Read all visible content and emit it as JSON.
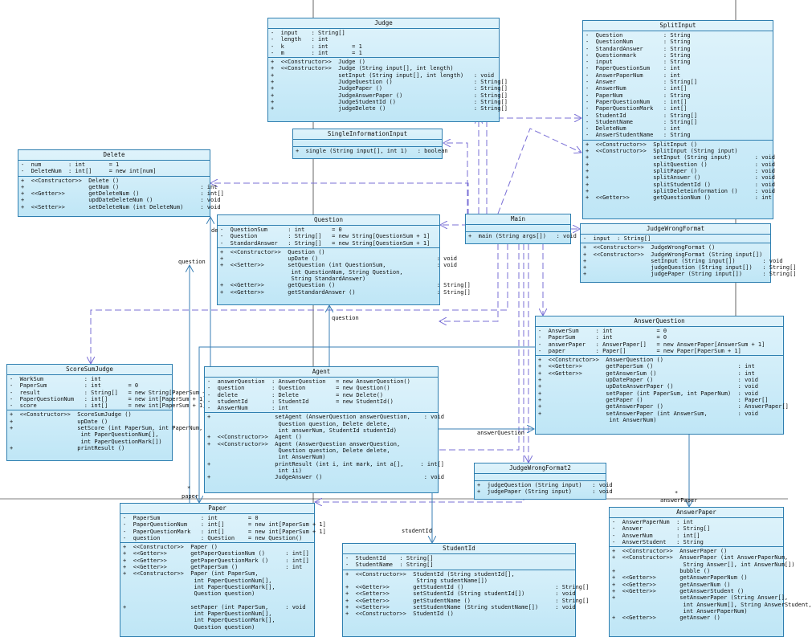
{
  "classes": [
    {
      "id": "judge",
      "name": "Judge",
      "attrs": [
        "-  input    : String[]",
        "-  length   : int",
        "-  k        : int       = 1",
        "-  m        : int       = 1"
      ],
      "ops": [
        "+  <<Constructor>>  Judge ()",
        "+  <<Constructor>>  Judge (String input[], int length)",
        "+                   setInput (String input[], int length)   : void",
        "+                   JudgeQuestion ()                        : String[]",
        "+                   JudgePaper ()                           : String[]",
        "+                   JudgeAnswerPaper ()                     : String[]",
        "+                   JudgeStudentId ()                       : String[]",
        "+                   judgeDelete ()                          : String[]"
      ]
    },
    {
      "id": "split",
      "name": "SplitInput",
      "attrs": [
        "-  Question            : String",
        "-  QuestionNum         : String",
        "-  StandardAnswer      : String",
        "-  Questionmark        : String",
        "-  input               : String",
        "-  PaperQuestionSum    : int",
        "-  AnswerPaperNum      : int",
        "-  Answer              : String[]",
        "-  AnswerNum           : int[]",
        "-  PaperNum            : String",
        "-  PaperQuestionNum    : int[]",
        "-  PaperQuestionMark   : int[]",
        "-  StudentId           : String[]",
        "-  StudentName         : String[]",
        "-  DeleteNum           : int",
        "-  AnswerStudentName   : String"
      ],
      "ops": [
        "+  <<Constructor>>  SplitInput ()",
        "+  <<Constructor>>  SplitInput (String input)",
        "+                   setInput (String input)       : void",
        "+                   splitQuestion ()              : void",
        "+                   splitPaper ()                 : void",
        "+                   splitAnswer ()                : void",
        "+                   splitStudentId ()             : void",
        "+                   splitDeleteinformation ()     : void",
        "+  <<Getter>>       getQuestionNum ()             : int"
      ]
    },
    {
      "id": "single",
      "name": "SingleInformationInput",
      "attrs": [],
      "ops": [
        "+  single (String input[], int 1)   : boolean"
      ]
    },
    {
      "id": "delete",
      "name": "Delete",
      "attrs": [
        "-  num        : int       = 1",
        "-  DeleteNum  : int[]     = new int[num]"
      ],
      "ops": [
        "+  <<Constructor>>  Delete ()",
        "+                   getNum ()                        : int",
        "+  <<Getter>>       getDeleteNum ()                  : int[]",
        "+                   updDateDeleteNum ()              : void",
        "+  <<Setter>>       setDeleteNum (int DeleteNum)     : void"
      ]
    },
    {
      "id": "question",
      "name": "Question",
      "attrs": [
        "-  QuestionSum      : int        = 0",
        "-  Question         : String[]   = new String[QuestionSum + 1]",
        "-  StandardAnswer   : String[]   = new String[QuestionSum + 1]"
      ],
      "ops": [
        "+  <<Constructor>>  Question ()",
        "+                   upDate ()                                   : void",
        "+  <<Setter>>       setQuestion (int QuestionSum,               : void",
        "                     int QuestionNum, String Question,",
        "                     String StandardAnswer)",
        "+  <<Getter>>       getQuestion ()                              : String[]",
        "+  <<Getter>>       getStandardAnswer ()                        : String[]"
      ]
    },
    {
      "id": "main",
      "name": "Main",
      "attrs": [],
      "ops": [
        "+  main (String args[])   : void"
      ]
    },
    {
      "id": "jwf",
      "name": "JudgeWrongFormat",
      "attrs": [
        "-  input  : String[]"
      ],
      "ops": [
        "+  <<Constructor>>  JudgeWrongFormat ()",
        "+  <<Constructor>>  JudgeWrongFormat (String input[])",
        "+                   setInput (String input[])        : void",
        "+                   judgeQuestion (String input[])   : String[]",
        "+                   judgePaper (String input[])      : String[]"
      ]
    },
    {
      "id": "aq",
      "name": "AnswerQuestion",
      "attrs": [
        "-  AnswerSum     : int             = 0",
        "-  PaperSum      : int             = 0",
        "-  answerPaper   : AnswerPaper[]   = new AnswerPaper[AnswerSum + 1]",
        "-  paper         : Paper[]         = new Paper[PaperSum + 1]"
      ],
      "ops": [
        "+  <<Constructor>>  AnswerQuestion ()",
        "+  <<Getter>>       getPaperSum ()                         : int",
        "+  <<Getter>>       getAnswerSum ()                        : int",
        "+                   upDatePaper ()                         : void",
        "+                   upDateAnswerPaper ()                   : void",
        "+                   setPaper (int PaperSum, int PaperNum)  : void",
        "+                   getPaper ()                            : Paper[]",
        "+                   getAnswerPaper ()                      : AnswerPaper[]",
        "+                   setAnswerPaper (int AnswerSum,         : void",
        "                     int AnswerNum)"
      ]
    },
    {
      "id": "scj",
      "name": "ScoreSumJudge",
      "attrs": [
        "-  WarkSum            : int",
        "-  PaperSum           : int        = 0",
        "-  result             : String[]   = new String[PaperSum + 1]",
        "-  PaperQuestionNum   : int[]      = new int[PaperSum + 1]",
        "-  score              : int[]      = new int[PaperSum + 1]"
      ],
      "ops": [
        "+  <<Constructor>>  ScoreSumJudge ()",
        "+                   upDate ()",
        "+                   setScore (int PaperSum, int PaperNum,",
        "                     int PaperQuestionNum[],",
        "                     int PaperQuestionMark[])",
        "+                   printResult ()"
      ]
    },
    {
      "id": "agent",
      "name": "Agent",
      "attrs": [
        "-  answerQuestion  : AnswerQuestion   = new AnswerQuestion()",
        "-  question        : Question         = new Question()",
        "-  delete          : Delete           = new Delete()",
        "-  studentId       : StudentId        = new StudentId()",
        "-  AnswerNum       : int"
      ],
      "ops": [
        "+                   setAgent (AnswerQuestion answerQuestion,    : void",
        "                     Question question, Delete delete,",
        "                     int answerNum, StudentId studentId)",
        "+  <<Constructor>>  Agent ()",
        "+  <<Constructor>>  Agent (AnswerQuestion answerQuestion,",
        "                     Question question, Delete delete,",
        "                     int AnswerNum)",
        "+                   printResult (int i, int mark, int a[],     : int[]",
        "                     int ii)",
        "+                   JudgeAnswer ()                              : void"
      ]
    },
    {
      "id": "jwf2",
      "name": "JudgeWrongFormat2",
      "attrs": [],
      "ops": [
        "+  judgeQuestion (String input)   : void",
        "+  judgePaper (String input)      : void"
      ]
    },
    {
      "id": "paper",
      "name": "Paper",
      "attrs": [
        "-  PaperSum            : int         = 0",
        "-  PaperQuestionNum    : int[]       = new int[PaperSum + 1]",
        "-  PaperQuestionMark   : int[]       = new int[PaperSum + 1]",
        "-  question            : Question    = new Question()"
      ],
      "ops": [
        "+  <<Constructor>>  Paper ()",
        "+  <<Getter>>       getPaperQuestionNum ()      : int[]",
        "+  <<Getter>>       getPaperQuestionMark ()     : int[]",
        "+  <<Getter>>       getPaperSum ()              : int",
        "+  <<Constructor>>  Paper (int PaperSum,",
        "                     int PaperQuestionNum[],",
        "                     int PaperQuestionMark[],",
        "                     Question question)",
        "",
        "+                   setPaper (int PaperSum,     : void",
        "                     int PaperQuestionNum[],",
        "                     int PaperQuestionMark[],",
        "                     Question question)"
      ]
    },
    {
      "id": "sid",
      "name": "StudentId",
      "attrs": [
        "-  StudentId    : String[]",
        "-  StudentName  : String[]"
      ],
      "ops": [
        "+  <<Constructor>>  StudentId (String studentId[],",
        "                     String studentName[])",
        "+  <<Getter>>       getStudentId ()                           : String[]",
        "+  <<Setter>>       setStudentId (String studentId[])         : void",
        "+  <<Getter>>       getStudentName ()                         : String[]",
        "+  <<Setter>>       setStudentName (String studentName[])     : void",
        "+  <<Constructor>>  StudentId ()"
      ]
    },
    {
      "id": "ap",
      "name": "AnswerPaper",
      "attrs": [
        "-  AnswerPaperNum  : int",
        "-  Answer          : String[]",
        "-  AnswerNum       : int[]",
        "-  AnswerStudent   : String"
      ],
      "ops": [
        "+  <<Constructor>>  AnswerPaper ()",
        "+  <<Constructor>>  AnswerPaper (int AnswerPaperNum,",
        "                     String Answer[], int AnswerNum[])",
        "+                   bubble ()",
        "+  <<Getter>>       getAnswerPaperNum ()",
        "+  <<Getter>>       getAnswerNum ()",
        "+  <<Getter>>       getAnswerStudent ()",
        "+                   setAnswerPaper (String Answer[],",
        "                     int AnswerNum[], String AnswerStudent,",
        "                     int AnswerPaperNum)",
        "+  <<Getter>>       getAnswer ()"
      ]
    }
  ],
  "labels": {
    "question_left": "question",
    "delete_short": "de",
    "question_mid": "question",
    "answerQuestion": "answerQuestion",
    "studentId": "studentId",
    "star_paper": "*",
    "paper": "paper",
    "star_answerPaper": "*",
    "answerPaper": "answerPaper"
  },
  "colors": {
    "border": "#2f7fb0",
    "fill_top": "#dff3fb",
    "fill_bottom": "#bfe6f6",
    "line": "#3a7fb5",
    "dash": "#7a6fd6"
  }
}
